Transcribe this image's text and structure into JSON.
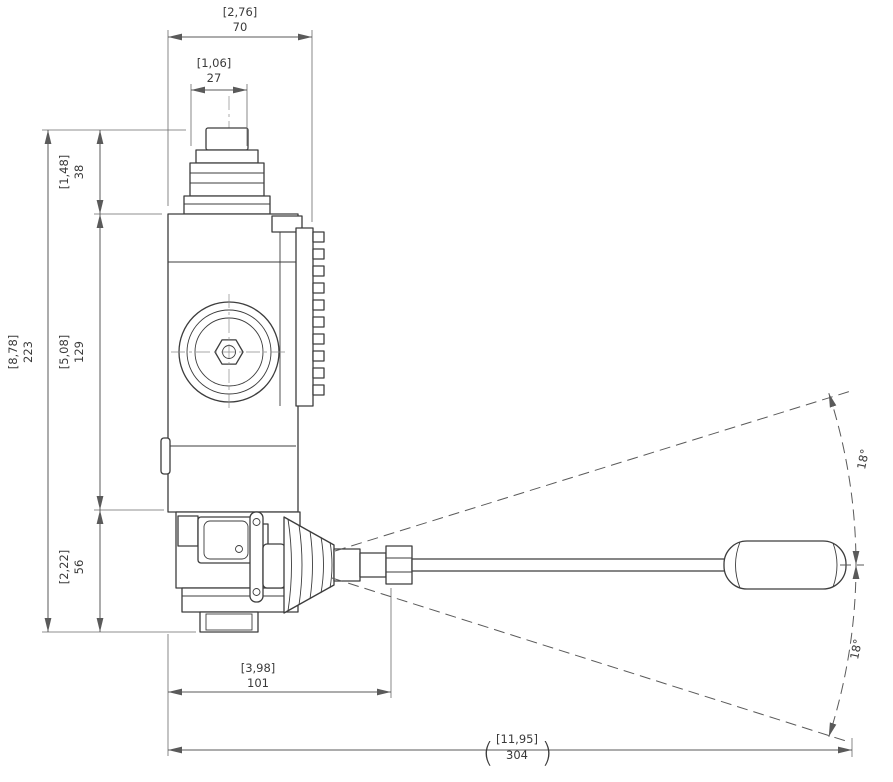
{
  "dims": {
    "top_width": {
      "inch": "[2,76]",
      "mm": "70"
    },
    "spool_offset": {
      "inch": "[1,06]",
      "mm": "27"
    },
    "cap_height": {
      "inch": "[1,48]",
      "mm": "38"
    },
    "overall_height": {
      "inch": "[8,78]",
      "mm": "223"
    },
    "body_height": {
      "inch": "[5,08]",
      "mm": "129"
    },
    "lower_height": {
      "inch": "[2,22]",
      "mm": "56"
    },
    "lever_offset": {
      "inch": "[3,98]",
      "mm": "101"
    },
    "overall_length": {
      "inch": "[11,95]",
      "mm": "304"
    }
  },
  "overall_length_parens": {
    "open": "(",
    "close": ")"
  },
  "angles": {
    "upper": "18°",
    "lower": "18°"
  }
}
